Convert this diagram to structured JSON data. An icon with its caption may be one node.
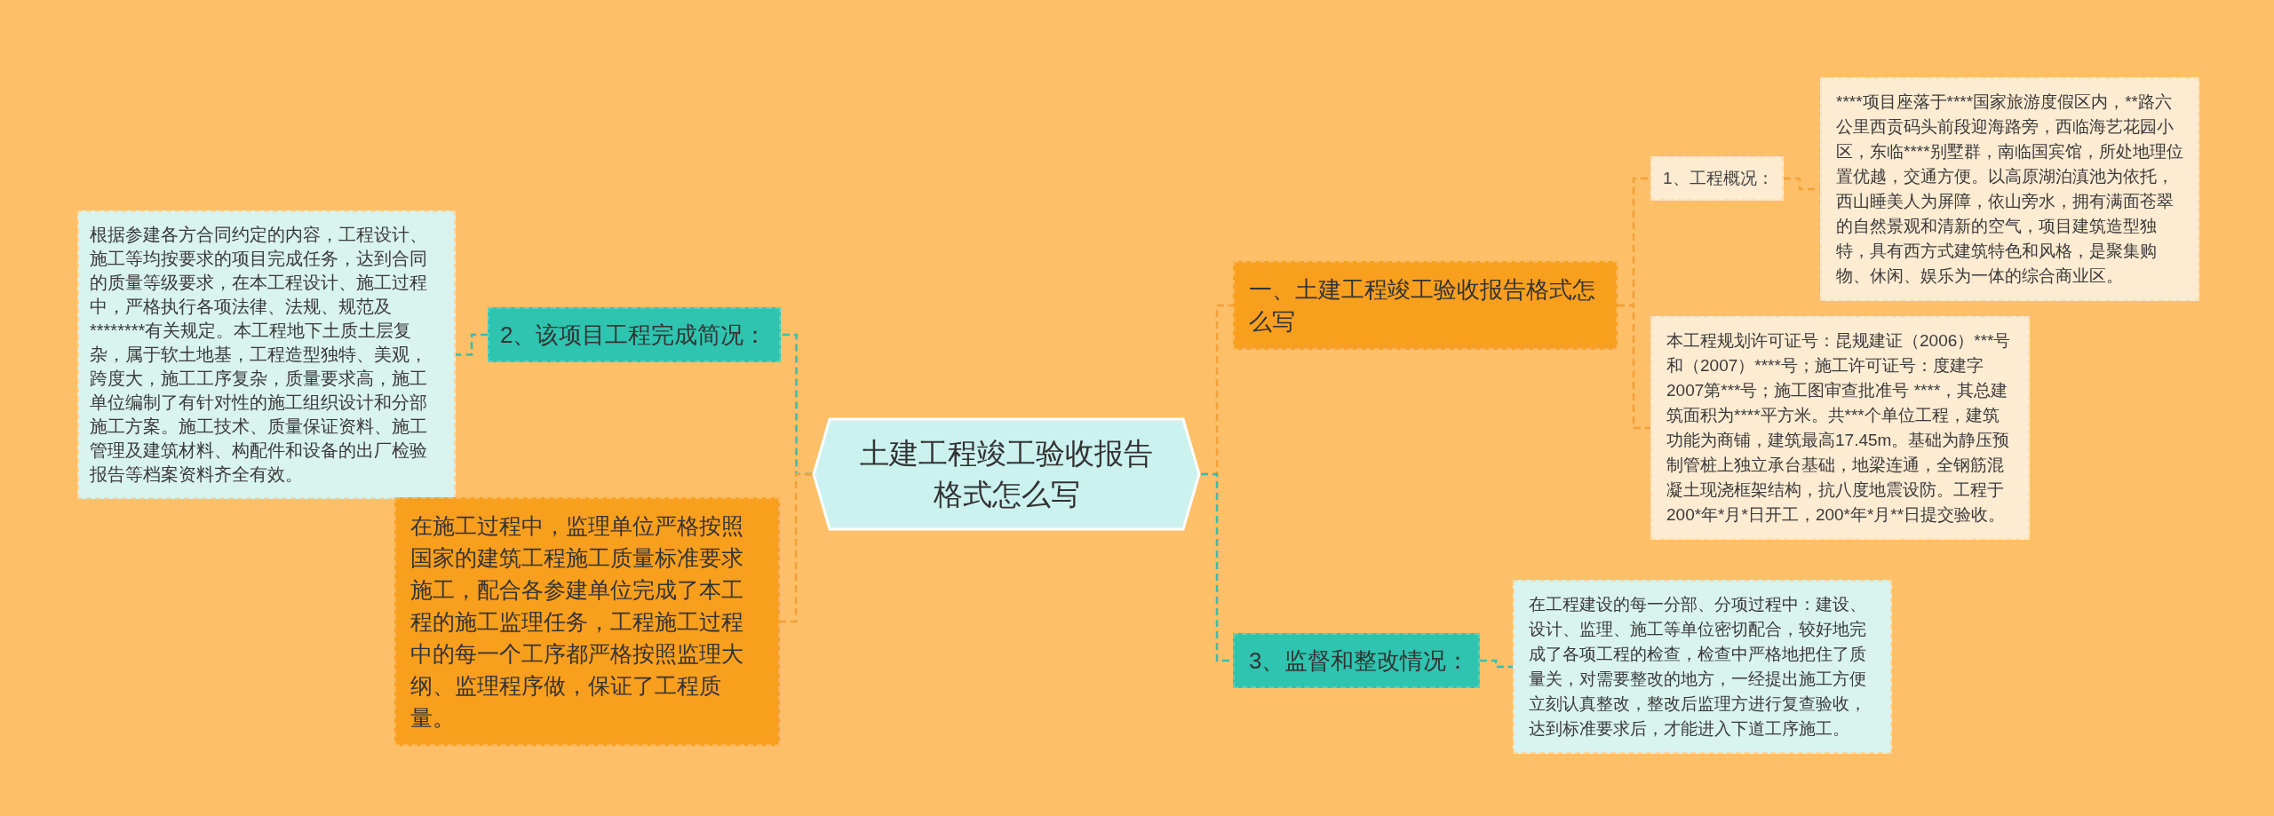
{
  "diagram": {
    "nodes": [
      {
        "text": [
          "土建工程竣工验收报告格式怎么写"
        ]
      },
      {
        "text": [
          "一、土建工程竣工验收报告格式怎么写"
        ]
      },
      {
        "text": [
          "1、工程概况："
        ]
      },
      {
        "text": [
          "****项目座落于****国家旅游度假区内，**路六公里西贡码头前段迎海路旁，西临海艺花园小区，东临****别墅群，南临国宾馆，所处地理位置优越，交通方便。以高原湖泊滇池为依托，西山睡美人为屏障，依山旁水，拥有满面苍翠的自然景观和清新的空气，项目建筑造型独特，具有西方式建筑特色和风格，是聚集购物、休闲、娱乐为一体的综合商业区。"
        ]
      },
      {
        "text": [
          "本工程规划许可证号：昆规建证（2006）***号和（2007）****号；施工许可证号：度建字2007第***号；施工图审查批准号 ****，其总建筑面积为****平方米。共***个单位工程，建筑功能为商铺，建筑最高17.45m。基础为静压预制管桩上独立承台基础，地梁连通，全钢筋混凝土现浇框架结构，抗八度地震设防。工程于200*年*月*日开工，200*年*月**日提交验收。"
        ]
      },
      {
        "text": [
          "3、监督和整改情况："
        ]
      },
      {
        "text": [
          "在工程建设的每一分部、分项过程中：建设、设计、监理、施工等单位密切配合，较好地完成了各项工程的检查，检查中严格地把住了质量关，对需要整改的地方，一经提出施工方便立刻认真整改，整改后监理方进行复查验收，达到标准要求后，才能进入下道工序施工。"
        ]
      },
      {
        "text": [
          "2、该项目工程完成简况："
        ]
      },
      {
        "text": [
          "根据参建各方合同约定的内容，工程设计、施工等均按要求的项目完成任务，达到合同的质量等级要求，在本工程设计、施工过程中，严格执行各项法律、法规、规范及********有关规定。本工程地下土质土层复杂，属于软土地基，工程造型独特、美观，跨度大，施工工序复杂，质量要求高，施工单位编制了有针对性的施工组织设计和分部施工方案。施工技术、质量保证资料、施工管理及建筑材料、构配件和设备的出厂检验报告等档案资料齐全有效。"
        ]
      },
      {
        "text": [
          "在施工过程中，监理单位严格按照国家的建筑工程施工质量标准要求施工，配合各参建单位完成了本工程的施工监理任务，工程施工过程中的每一个工序都严格按照监理大纲、监理程序做，保证了工程质量。"
        ]
      }
    ],
    "edges": [
      {
        "from": 0,
        "to": 1,
        "arrow": "none",
        "style": "dashed"
      },
      {
        "from": 1,
        "to": 2,
        "arrow": "none",
        "style": "dashed"
      },
      {
        "from": 2,
        "to": 3,
        "arrow": "none",
        "style": "dashed"
      },
      {
        "from": 1,
        "to": 4,
        "arrow": "none",
        "style": "dashed"
      },
      {
        "from": 0,
        "to": 5,
        "arrow": "none",
        "style": "dashed",
        "color": "#3bbcb0"
      },
      {
        "from": 5,
        "to": 6,
        "arrow": "none",
        "style": "dashed",
        "color": "#3bbcb0"
      },
      {
        "from": 0,
        "to": 7,
        "arrow": "none",
        "style": "dashed",
        "color": "#3bbcb0"
      },
      {
        "from": 7,
        "to": 8,
        "arrow": "none",
        "style": "dashed",
        "color": "#3bbcb0"
      },
      {
        "from": 0,
        "to": 9,
        "arrow": "none",
        "style": "dashed"
      }
    ]
  }
}
